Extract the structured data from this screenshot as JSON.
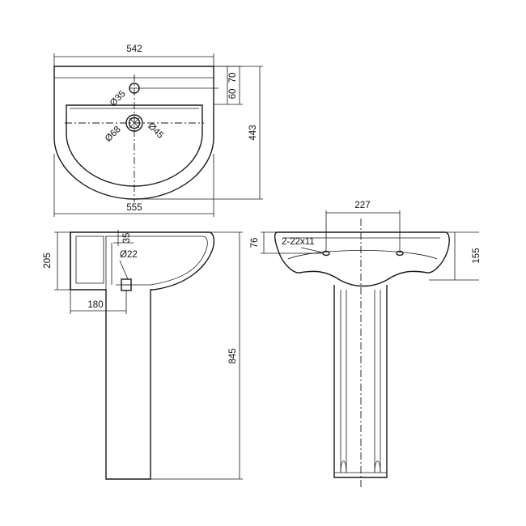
{
  "top_view": {
    "width_top": "542",
    "width_bottom": "555",
    "depth": "443",
    "tap_hole_offset_a": "70",
    "tap_hole_offset_b": "60",
    "tap_hole_diameter": "Ø35",
    "overflow_outer": "Ø68",
    "overflow_inner": "Ø45"
  },
  "side_view": {
    "basin_height": "205",
    "overflow_height": "35",
    "waste_diameter": "Ø22",
    "waste_offset": "180",
    "total_height": "845"
  },
  "front_view": {
    "fixing_spacing": "227",
    "fixing_holes": "2-22x11",
    "fixing_height": "76",
    "basin_front_height": "155"
  }
}
